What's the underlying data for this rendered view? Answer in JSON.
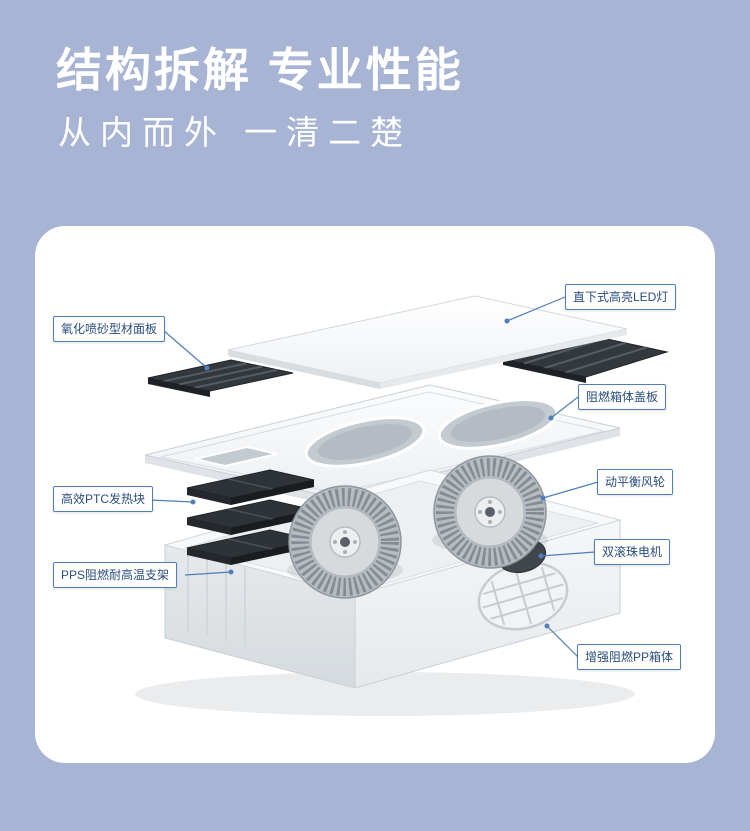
{
  "page": {
    "title": "结构拆解 专业性能",
    "subtitle": "从内而外 一清二楚"
  },
  "colors": {
    "background": "#a7b4d4",
    "card": "#ffffff",
    "title_text": "#ffffff",
    "label_border": "#4f7fb8",
    "label_text": "#2a4d7e",
    "leader_line": "#4f7fb8"
  },
  "diagram": {
    "description": "exploded-view-of-ceiling-bath-heater",
    "labels": [
      {
        "text": "氧化喷砂型材面板",
        "target": "face-panel-grille"
      },
      {
        "text": "直下式高亮LED灯",
        "target": "led-panel"
      },
      {
        "text": "阻燃箱体盖板",
        "target": "cover-plate"
      },
      {
        "text": "高效PTC发热块",
        "target": "ptc-heater"
      },
      {
        "text": "动平衡风轮",
        "target": "fan-wheel"
      },
      {
        "text": "双滚珠电机",
        "target": "motor"
      },
      {
        "text": "PPS阻燃耐高温支架",
        "target": "bracket"
      },
      {
        "text": "增强阻燃PP箱体",
        "target": "box-body"
      }
    ]
  }
}
